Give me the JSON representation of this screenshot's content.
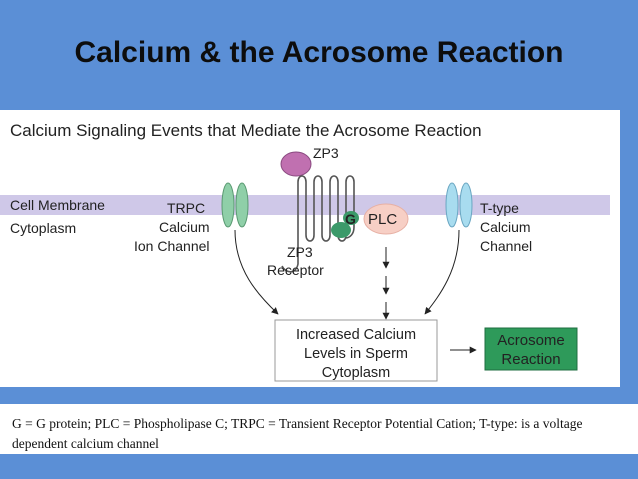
{
  "slide": {
    "title": "Calcium & the Acrosome Reaction"
  },
  "diagram": {
    "heading": "Calcium Signaling Events that Mediate the Acrosome Reaction",
    "membrane_label": "Cell Membrane",
    "cytoplasm_label": "Cytoplasm",
    "trpc_label": [
      "TRPC",
      "Calcium",
      "Ion Channel"
    ],
    "zp3_label": "ZP3",
    "receptor_label": [
      "ZP3",
      "Receptor"
    ],
    "g_label": "G",
    "plc_label": "PLC",
    "ttype_label": [
      "T-type",
      "Calcium",
      "Channel"
    ],
    "increased_box": [
      "Increased Calcium",
      "Levels in Sperm",
      "Cytoplasm"
    ],
    "acrosome_box": [
      "Acrosome",
      "Reaction"
    ],
    "colors": {
      "membrane": "#cfc8e8",
      "trpc_channel": "#8fcfa8",
      "ttype_channel": "#a8dcef",
      "zp3": "#c070b0",
      "g_protein": "#3c9a6a",
      "plc": "#f7cfc5",
      "acrosome_box": "#2e9a5a"
    }
  },
  "footnote": {
    "text": "G = G protein; PLC = Phospholipase C; TRPC = Transient Receptor Potential Cation; T-type: is a voltage dependent calcium channel"
  }
}
